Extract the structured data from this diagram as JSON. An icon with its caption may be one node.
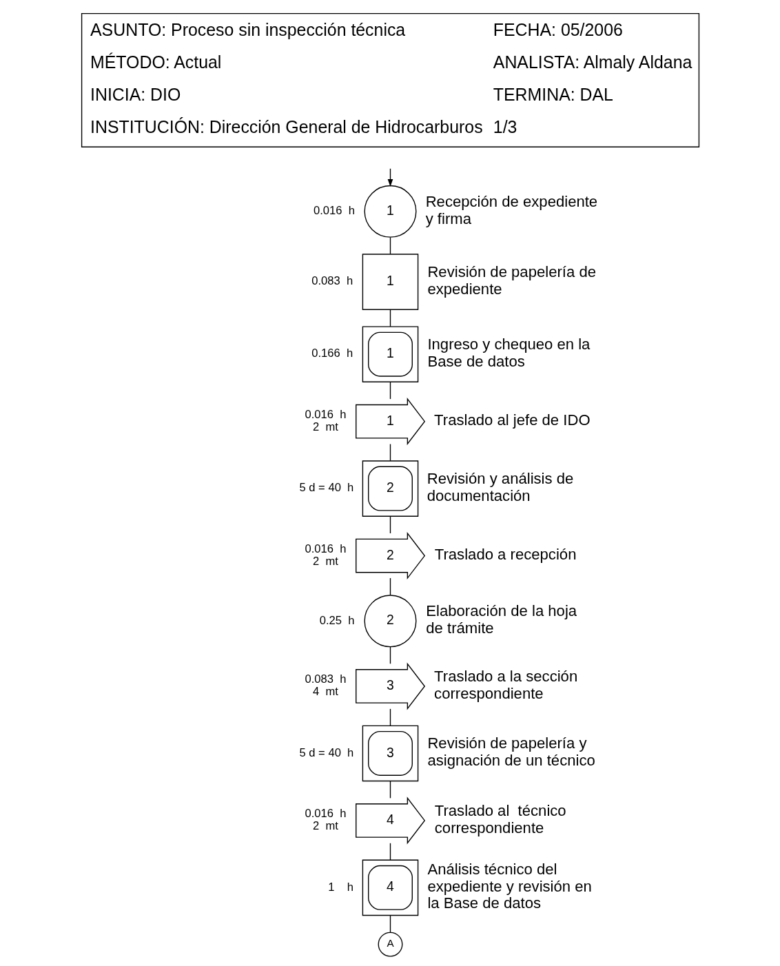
{
  "diagram": {
    "nodes": [
      {
        "text": [
          "1"
        ],
        "beside": [
          "0.016  h",
          "Recepción de expediente y firma"
        ]
      },
      {
        "text": [
          "1"
        ],
        "beside": [
          "0.083  h",
          "Revisión de papelería de expediente"
        ]
      },
      {
        "text": [
          "1"
        ],
        "beside": [
          "0.166  h",
          "Ingreso y chequeo en la Base de datos"
        ]
      },
      {
        "text": [
          "1"
        ],
        "beside": [
          "0.016  h 2  mt",
          "Traslado al jefe de IDO"
        ]
      },
      {
        "text": [
          "2"
        ],
        "beside": [
          "5 d = 40  h",
          "Revisión y análisis de documentación"
        ]
      },
      {
        "text": [
          "2"
        ],
        "beside": [
          "0.016  h 2  mt",
          "Traslado a recepción"
        ]
      },
      {
        "text": [
          "2"
        ],
        "beside": [
          "0.25  h",
          "Elaboración de la hoja de trámite"
        ]
      },
      {
        "text": [
          "3"
        ],
        "beside": [
          "0.083  h 4  mt",
          "Traslado a la sección correspondiente"
        ]
      },
      {
        "text": [
          "3"
        ],
        "beside": [
          "5 d = 40  h",
          "Revisión de papelería y asignación de un técnico"
        ]
      },
      {
        "text": [
          "4"
        ],
        "beside": [
          "0.016  h 2  mt",
          "Traslado al  técnico correspondiente"
        ]
      },
      {
        "text": [
          "4"
        ],
        "beside": [
          "1    h",
          "Análisis técnico del expediente y revisión en la Base de datos"
        ]
      },
      {
        "text": [
          "A"
        ]
      }
    ],
    "edges": [
      {
        "from": null,
        "to": 0,
        "arrow": "to"
      },
      {
        "from": 0,
        "to": 1,
        "arrow": "none"
      },
      {
        "from": 1,
        "to": 2,
        "arrow": "none"
      },
      {
        "from": 2,
        "to": 3,
        "arrow": "none"
      },
      {
        "from": 3,
        "to": 4,
        "arrow": "none"
      },
      {
        "from": 4,
        "to": 5,
        "arrow": "none"
      },
      {
        "from": 5,
        "to": 6,
        "arrow": "none"
      },
      {
        "from": 6,
        "to": 7,
        "arrow": "none"
      },
      {
        "from": 7,
        "to": 8,
        "arrow": "none"
      },
      {
        "from": 8,
        "to": 9,
        "arrow": "none"
      },
      {
        "from": 9,
        "to": 10,
        "arrow": "none"
      },
      {
        "from": 10,
        "to": 11,
        "arrow": "none"
      }
    ],
    "labels": [
      "ASUNTO: Proceso sin inspección técnica",
      "FECHA: 05/2006",
      "MÉTODO: Actual",
      "ANALISTA: Almaly Aldana",
      "INICIA: DIO",
      "TERMINA: DAL",
      "INSTITUCIÓN: Dirección General de Hidrocarburos",
      "1/3"
    ]
  }
}
